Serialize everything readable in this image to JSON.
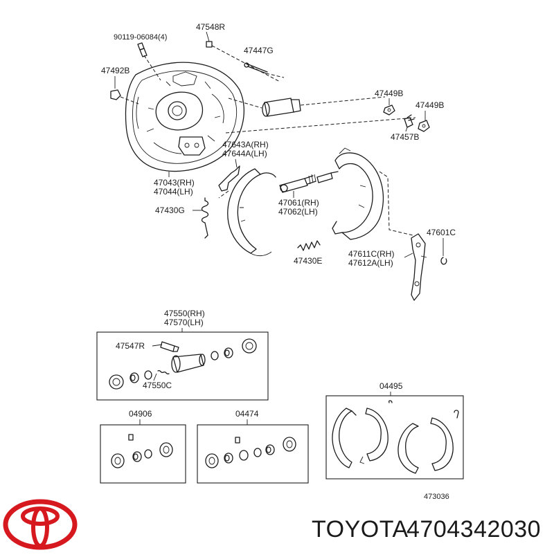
{
  "brand": {
    "name": "TOYOTA",
    "part_number": "4704342030",
    "logo_color": "#d6181f"
  },
  "diagram_number": "473036",
  "labels": {
    "p90119": "90119-06084(4)",
    "p47548R": "47548R",
    "p47447G": "47447G",
    "p47492B": "47492B",
    "p47449B_a": "47449B",
    "p47449B_b": "47449B",
    "p47457B": "47457B",
    "p47643A": "47643A(RH)",
    "p47644A": "47644A(LH)",
    "p47043": "47043(RH)",
    "p47044": "47044(LH)",
    "p47430G": "47430G",
    "p47061": "47061(RH)",
    "p47062": "47062(LH)",
    "p47601C": "47601C",
    "p47430E": "47430E",
    "p47611C": "47611C(RH)",
    "p47612A": "47612A(LH)",
    "p47550": "47550(RH)",
    "p47570": "47570(LH)",
    "p47547R": "47547R",
    "p47550C": "47550C",
    "p04495": "04495",
    "p04906": "04906",
    "p04474": "04474"
  }
}
